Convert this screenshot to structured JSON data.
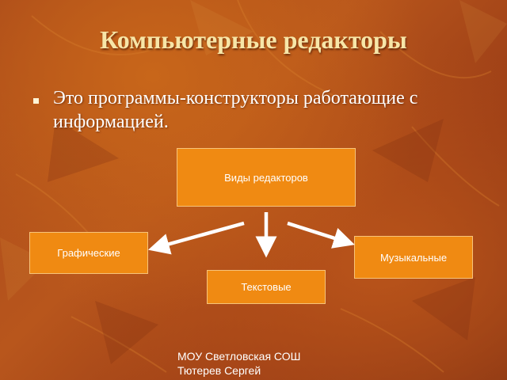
{
  "slide": {
    "title": "Компьютерные редакторы",
    "bullet": "Это программы-конструкторы работающие с информацией."
  },
  "diagram": {
    "root": "Виды редакторов",
    "children": [
      "Графические",
      "Текстовые",
      "Музыкальные"
    ]
  },
  "footer": {
    "line1": "МОУ Светловская СОШ",
    "line2": "Тютерев Сергей"
  },
  "colors": {
    "box_fill": "#f08a12",
    "box_border": "#f7c37a",
    "title_color": "#f7e6a8",
    "arrow_color": "#ffffff"
  }
}
